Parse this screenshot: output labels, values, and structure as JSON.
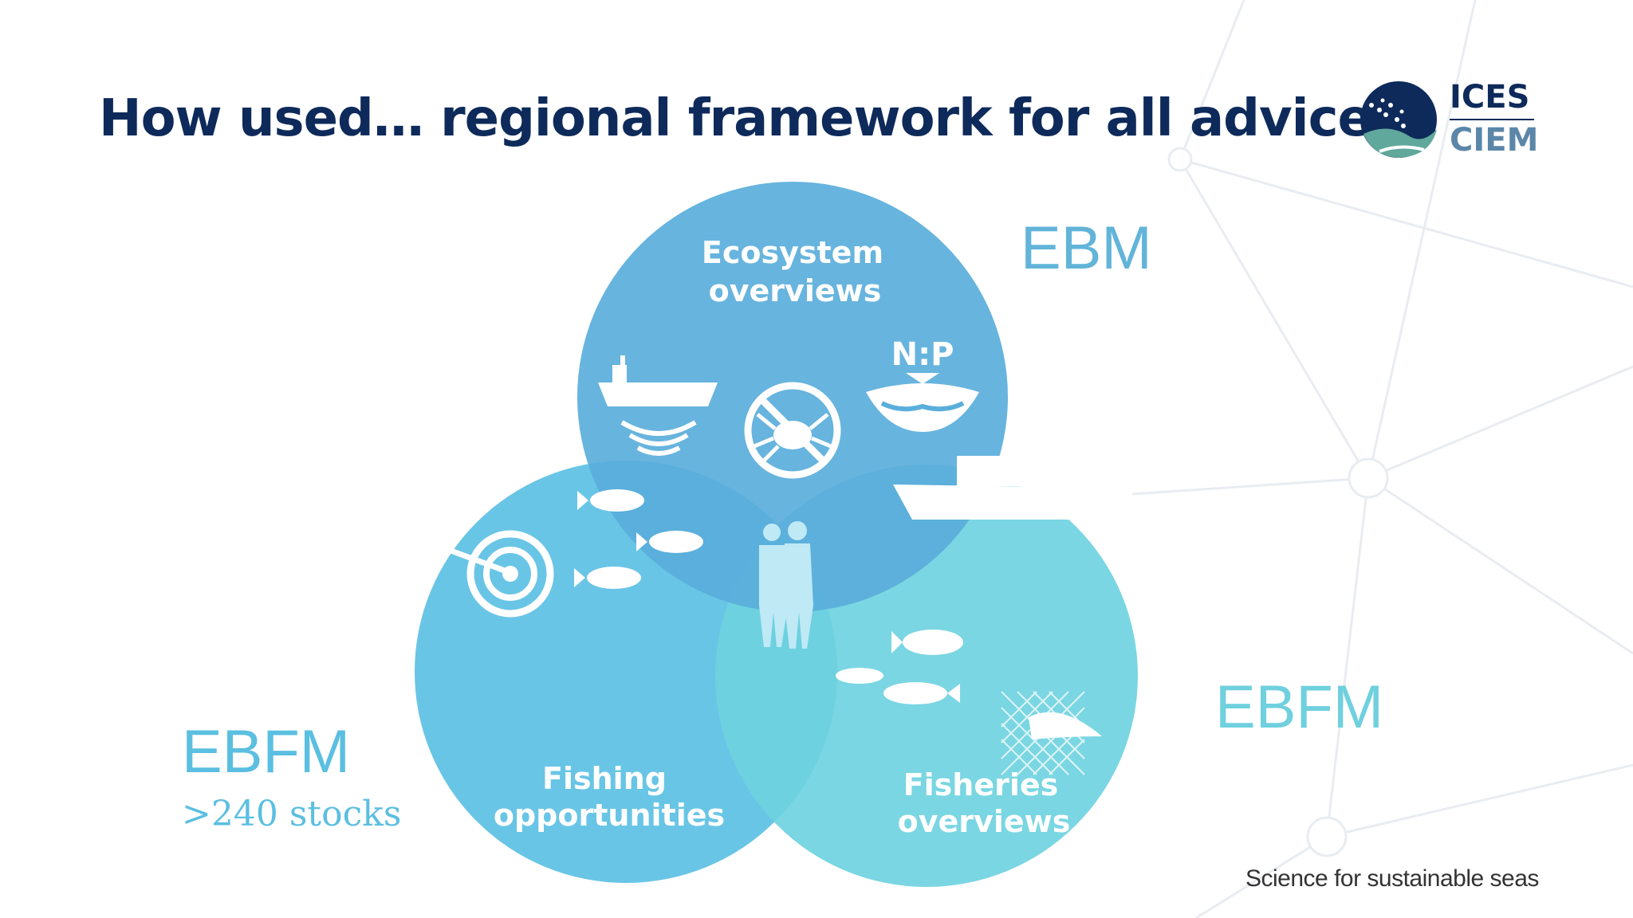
{
  "slide": {
    "title": "How used… regional framework for all advice",
    "logo": {
      "line1": "ICES",
      "line2": "CIEM"
    },
    "tagline": "Science for sustainable seas"
  },
  "venn": {
    "circles": [
      {
        "id": "ecosystem",
        "line1": "Ecosystem",
        "line2": "overviews",
        "color": "#5aaedb"
      },
      {
        "id": "fishing",
        "line1": "Fishing",
        "line2": "opportunities",
        "color": "#5cc0e4"
      },
      {
        "id": "fisheries",
        "line1": "Fisheries",
        "line2": "overviews",
        "color": "#6fd2df"
      }
    ],
    "np_label": "N:P"
  },
  "labels": {
    "ebm": "EBM",
    "ebfm_right": "EBFM",
    "ebfm_left": "EBFM",
    "stocks": ">240 stocks"
  },
  "colors": {
    "title": "#0d2a5a",
    "ebm": "#62b4d9",
    "ebfm_right": "#6fd0de",
    "ebfm_left": "#5bbfe1",
    "overlap": "#3fb1dc"
  }
}
